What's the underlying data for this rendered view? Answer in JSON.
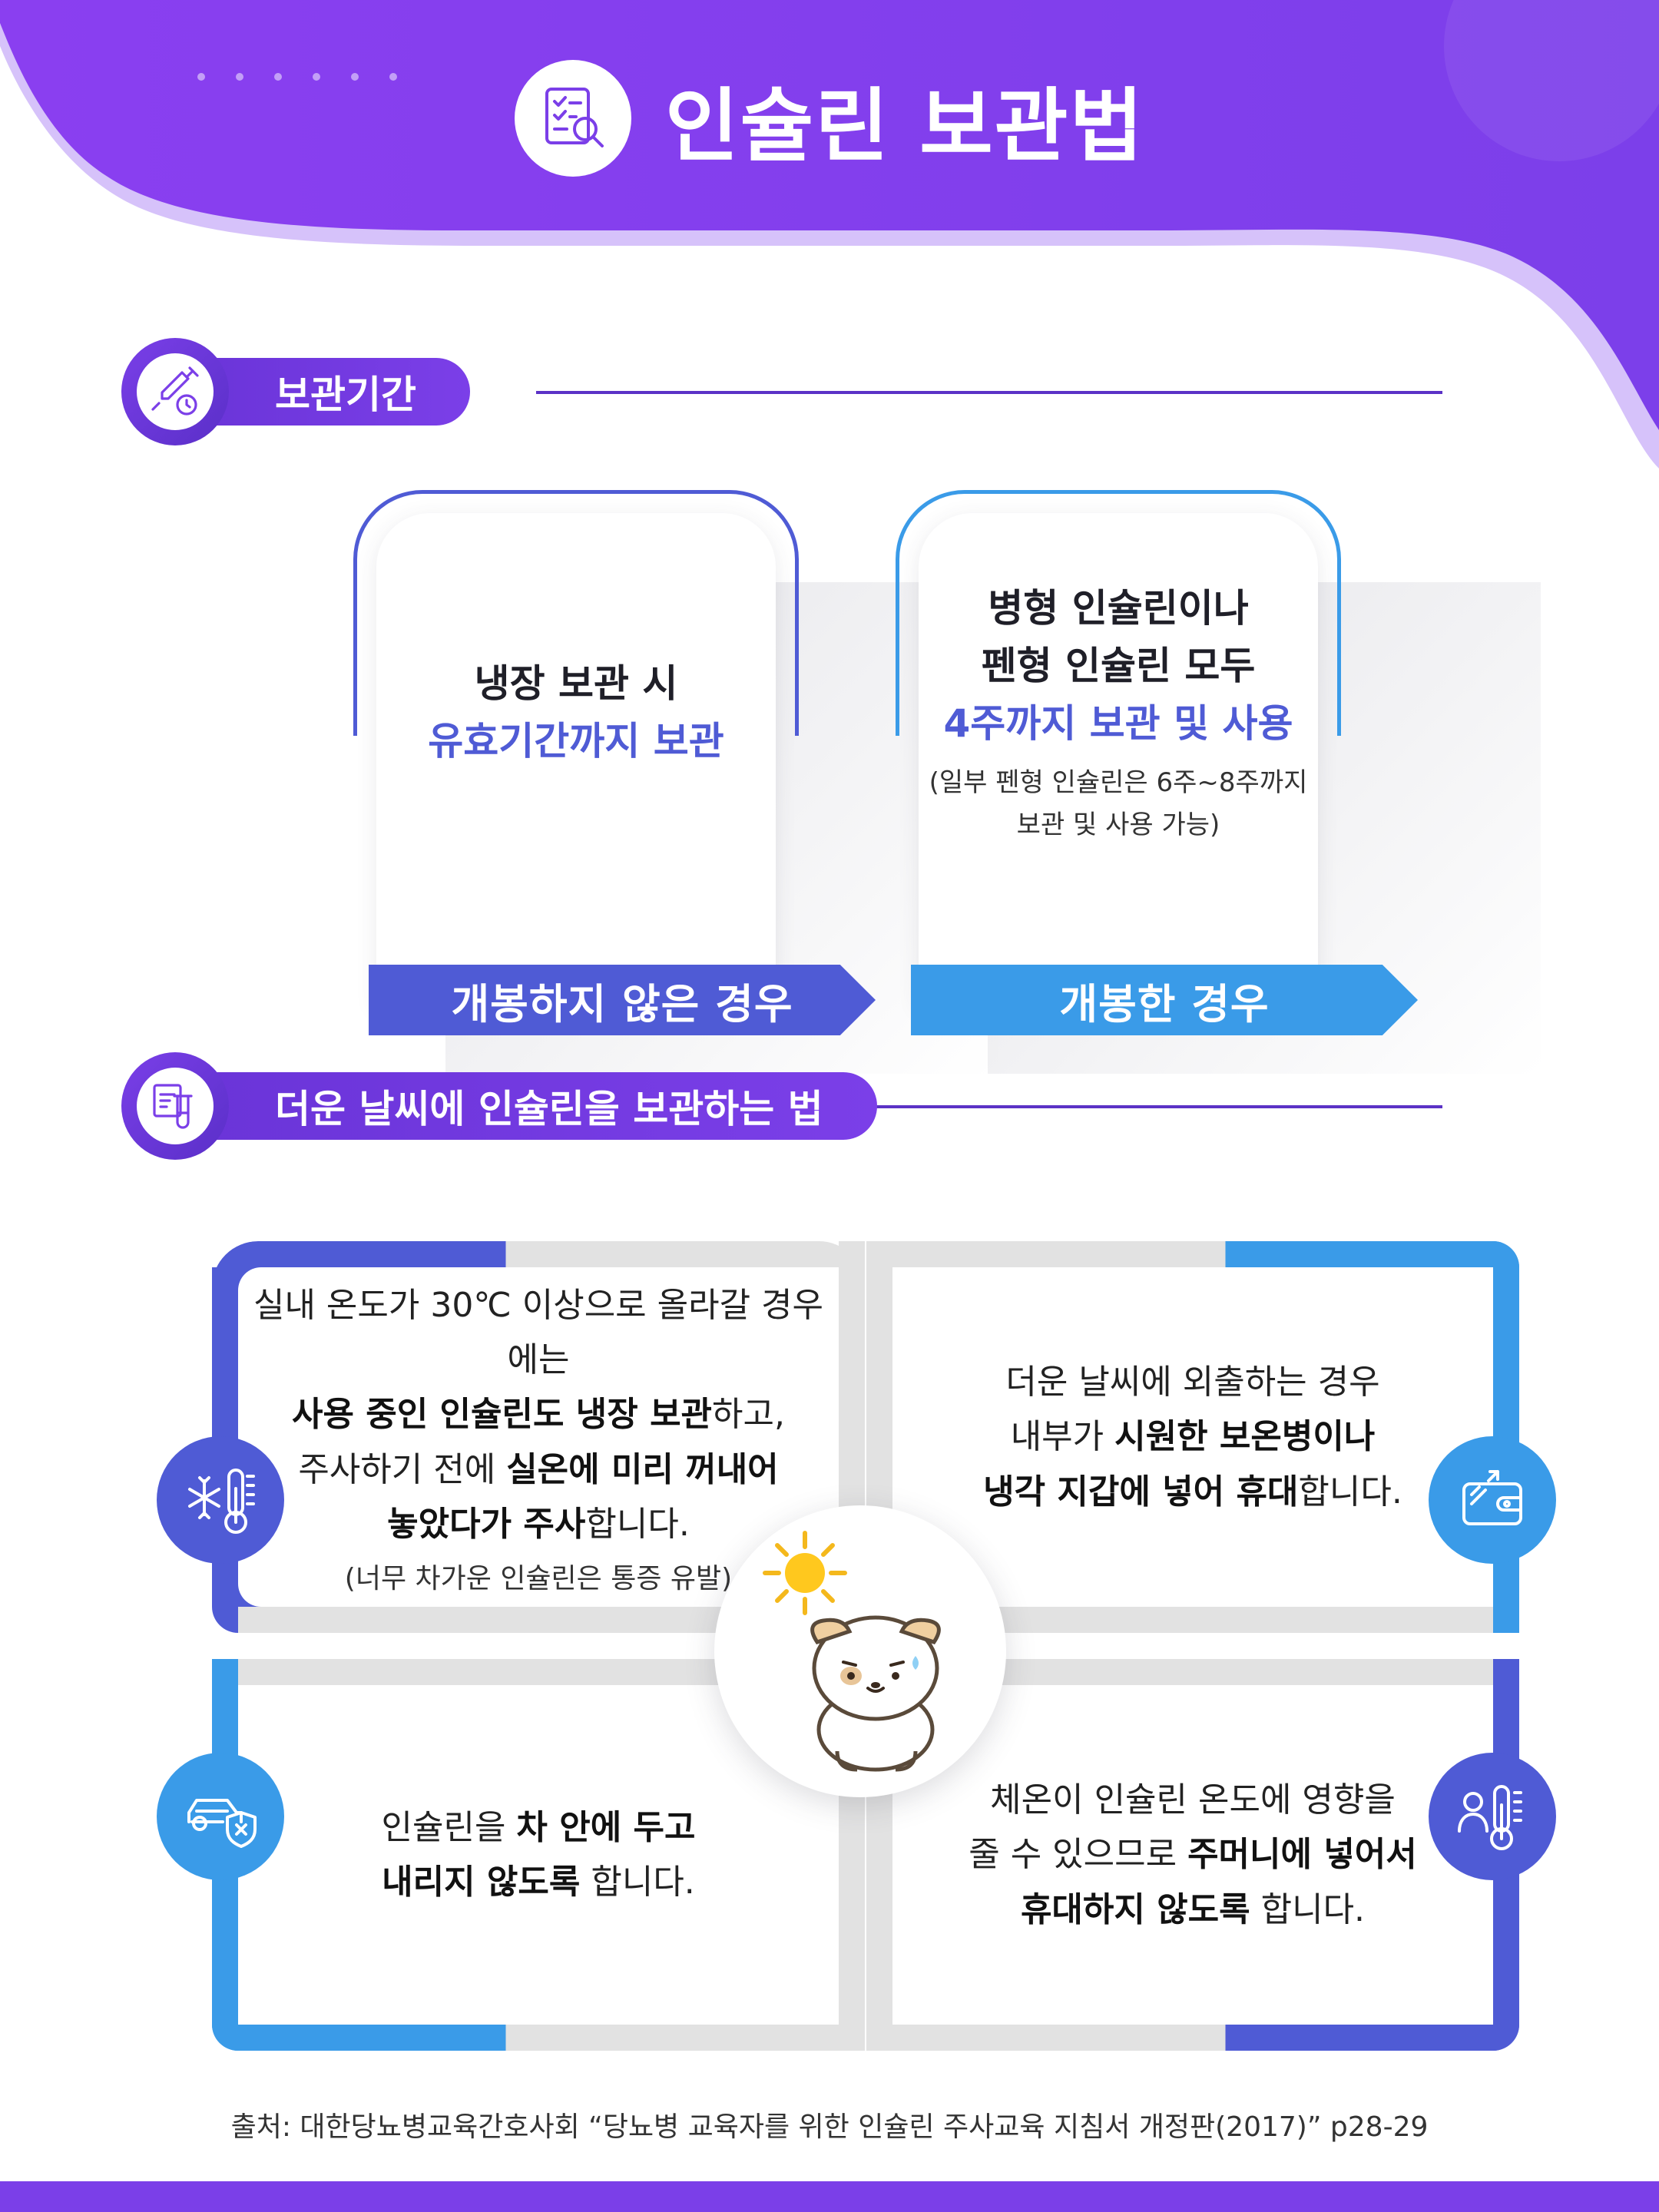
{
  "header": {
    "title": "인슐린 보관법",
    "icon": "checklist-search-icon"
  },
  "storage_period": {
    "title": "보관기간",
    "icon": "syringe-clock-icon",
    "unopened": {
      "text": "냉장 보관 시",
      "highlight": "유효기간까지 보관",
      "label": "개봉하지 않은 경우"
    },
    "opened": {
      "line1": "병형 인슐린이나",
      "line2": "펜형 인슐린 모두",
      "highlight": "4주까지 보관 및 사용",
      "note1": "(일부 펜형 인슐린은 6주~8주까지",
      "note2": "보관 및 사용 가능)",
      "label": "개봉한 경우"
    }
  },
  "hot_weather": {
    "title": "더운 날씨에 인슐린을 보관하는 법",
    "icon": "clipboard-test-tube-icon",
    "tips": [
      {
        "icon": "snowflake-thermometer-icon",
        "line1": "실내 온도가 30℃ 이상으로 올라갈 경우에는",
        "line2_b": "사용 중인 인슐린도 냉장 보관",
        "line2_n": "하고,",
        "line3_n": "주사하기 전에 ",
        "line3_b": "실온에 미리 꺼내어",
        "line4_b": "놓았다가 주사",
        "line4_n": "합니다.",
        "note": "(너무 차가운 인슐린은 통증 유발)"
      },
      {
        "icon": "cooling-wallet-icon",
        "line1": "더운 날씨에 외출하는 경우",
        "line2_n": "내부가 ",
        "line2_b": "시원한 보온병이나",
        "line3_b": "냉각 지갑에 넣어 휴대",
        "line3_n": "합니다."
      },
      {
        "icon": "car-no-icon",
        "line1_n": "인슐린을 ",
        "line1_b": "차 안에 두고",
        "line2_b": "내리지 않도록",
        "line2_n": " 합니다."
      },
      {
        "icon": "person-thermometer-icon",
        "line1": "체온이 인슐린 온도에 영향을",
        "line2_n": "줄 수 있으므로 ",
        "line2_b": "주머니에 넣어서",
        "line3_b": "휴대하지 않도록",
        "line3_n": " 합니다."
      }
    ],
    "mascot": "sweating-puppy-sun-icon"
  },
  "source": "출처: 대한당뇨병교육간호사회 “당뇨병 교육자를 위한 인슐린 주사교육 지침서 개정판(2017)” p28-29",
  "colors": {
    "purple": "#7b3fe8",
    "indigo": "#4f5bd5",
    "blue": "#3a9be8",
    "gray_frame": "#e2e2e2"
  }
}
